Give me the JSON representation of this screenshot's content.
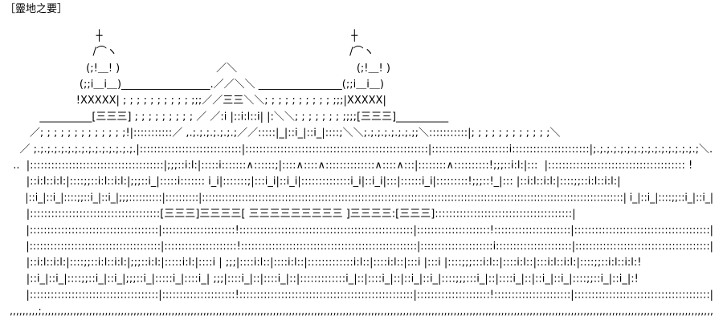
{
  "title": "［靈地之要］",
  "art_lines": [
    "",
    "                           ┼                                                                           ┼",
    "                          /⌒ヽ                                                                      /⌒ヽ",
    "                        (;!＿! )                             ／＼                                    (;!＿! )",
    "                      (;;i＿i＿)_________________.／／＼＼ ________________(;;i＿i＿)",
    "                     !XXXXX| ; ; ; ; ; ; ; ; ; ; ;;;／／三三＼＼; ; ; ; ; ; ; ; ; ; ;;;|XXXXX|",
    "          __________[三三三] ; ; ; ; ; ; ; ; ; ／ ／:i |::i:l::i| |:＼＼; ; ; ; ; ; ; ;;;;[三三三]__________",
    "       ／; ; ; ; ; ; ; ; ; ; ; ; ;!|:::::::::::／ ,.;.;.;.;.;.;.;／／:::::|_|::i_|::i_|::::;＼＼;.;.;.;.;.;.;.;;＼:::::::::::|; ; ; ; ; ; ; ; ; ; ; ;＼",
    "    ／ ;.;.;.;.;.;.;.;.;.;.;.;.;.;.;.|:::::::::::::::::::::::::::::|::::::::::::::::::::::::::::::::::::::::::::::::::::|::::::::::::::::::::::i::::::::::::::::::::::|;.;.;.;.;.;.;.;.;.;.;.;.;.;.;.;＼.",
    "  ..  |::::::::::::::::::::::::::::::::::::::|;;;::i:l:|:::::i:::::::∧::::::;|::::∧::::∧::::::::::::::∧::::∧:::|::::::::∧::::::::::!;;;::i:l:|:::  |::::::::::::::::::::::::::::::::::::::: !",
    "      |::i:l::i:l:|::::;;::i:l::i:l:|;;;::i_|:::::i::::::: i_i|:::::::;|:::i_i|::i_i|::::::::::::::i_i|::i_i|:::|::::::i_i|:::::::::!;;;::!_|::: |::i:l::i:l:|::::;;::i:l::i:l:|",
    "      |::i_|::i_|::::;;::i_|::i_|;;;::::::::::|::::::::::|:::::::::::::::::::::::::::::::::::::::::::::::::::::::::::::::::::::::::::::::::::::::::::::::::::::::::::::::::::::::::::::::| i_|::i_|::::;;::i_|::i_|",
    "      |:::::::::::::::::::::::::::::::::::::[三三三]三三三三[ 三三三三三三三三三 ]三三三三:[三三三]:::::::::::::::::::::::::::::::::::::::|",
    "      |:::::::::::::::::::::::::::::::::::::|:::::::::::::::::::::!::::::::::::::::::::::::::::::::::::::::::::::::::|:::::::::::::::::::::!::::::::::::::::::::::|:::::::::::::::::::::::::::::::::::::::|",
    "      |::::::::::::::::::::::::::::::::::::::|:::::::::::::::::::::!:::::::::::::::::::::::::::::::::::::::::::::::::::|:::::::::::::::::::::i::::::::::::::::::::::|:::::::::::::::::::::::::::::::::::::::|",
    "      |::i:l::i:l:|::::;;::i:l::i:l:|;;;::i:l:|:::::i:l:|::::i | ;;;|::::i:l::|::::i:l::|:::::::::::::i:l::|::::i:l::|:::i |:::i |::::;;;:::i:l::|::::i:l::|:::i:l::i:l:|::::;;::i:l::i:l:!",
    "      |::i_|::i_|::::;;::i_|::i_|;;;::i_|:::::i_|::::i_| ;;;|::::i_|::|::::i_|::|:::::::::::::i_|::|::::i_|::|::i_|::i_|::::;;;:::i_|::|::::i_|::|::i_|::i_|::::;;::i_|::i_|:!",
    "      |:::::::::::::::::::::::::::::::::::::|:::::::::::::::::::::!::::::::::::::::::::::::::::::::::::::::::::::::::|:::::::::::::::::::::!::::::::::::::::::::::|:::::::::::::::::::::::::::::::::::::::|",
    " ,,,,,,,,,;,,,,,,,,,,,,,,,,,,,,,,,,,,,,,,,,,,,,,,,,,,,,,,,,,,,,,,,,,,,,,,,,,,,,,,,,,,,,,,,,,,,,,,,,,,,,,,,,,,,,,,,,,,,,,,,,,,,,,,,,,,,,,,,,,,,,,,,,,,,,,,,,,,,,,,,,,,,,,,,,,,,,,,,,,,,,,,,,,,,,,,,,,,,,,,,,,,,,,,,,,,,,,,,,,,,,",
    "   ,       ,                 ,           ,     ,              ,            ,          ,                ,                    ,                     ,          ,"
  ]
}
